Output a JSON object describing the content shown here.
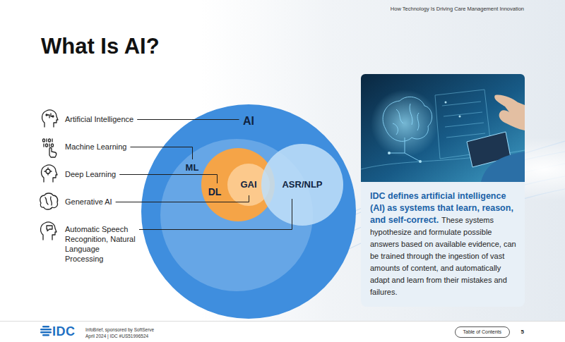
{
  "diagram": {
    "title": "What Is AI?",
    "nodes": [
      {
        "text": [
          "AI"
        ]
      },
      {
        "text": [
          "ML"
        ],
        "in": 0
      },
      {
        "text": [
          "DL"
        ],
        "in": 1
      },
      {
        "text": [
          "GAI"
        ],
        "in": 2
      },
      {
        "text": [
          "ASR/NLP"
        ],
        "in": 0
      },
      {
        "text": [
          "IDC defines artificial intelligence (AI) as systems that learn, reason, and self-correct.",
          "These systems hypothesize and formulate possible answers based on available evidence, can be trained through the ingestion of vast amounts of content, and automatically adapt and learn from their mistakes and failures."
        ]
      },
      {
        "text": [
          "Table of Contents"
        ]
      }
    ],
    "labels": [
      "How Technology Is Driving Care Management Innovation",
      "Artificial Intelligence",
      "Machine Learning",
      "Deep Learning",
      "Generative AI",
      "Automatic Speech Recognition, Natural Language Processing",
      "IDC",
      "InfoBrief, sponsored by SoftServe",
      "April 2024 | IDC #US51996524",
      "5"
    ]
  }
}
